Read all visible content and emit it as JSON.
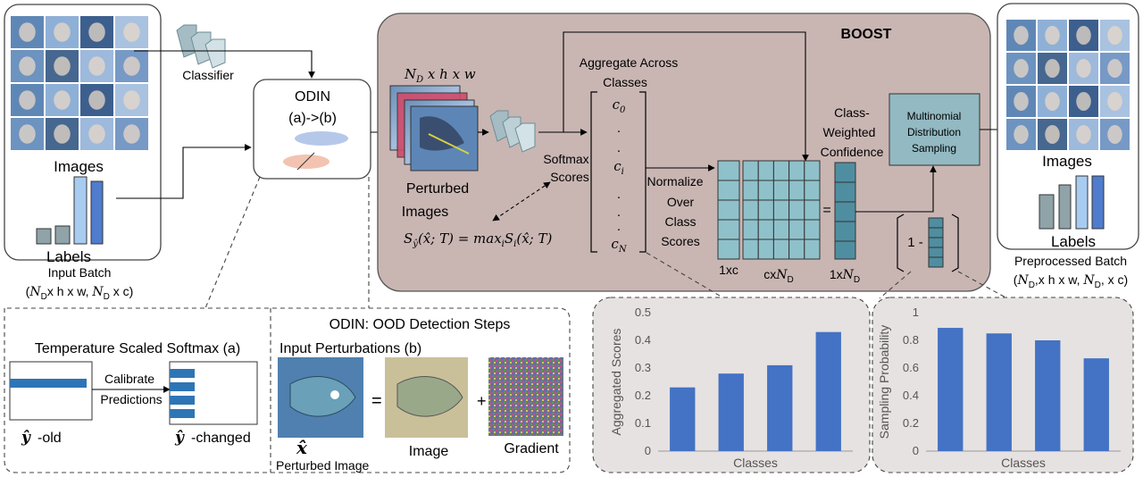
{
  "colors": {
    "boost_bg": "#c9b6b3",
    "matrix_fill": "#8fc1cb",
    "matrix_dark": "#4f8ea0",
    "bar_blue": "#4472c4",
    "bar_gray": "#8fa3a8",
    "bar_light": "#a8ccf0",
    "sampling_box": "#93b9c2",
    "chart_bg": "#e6e2e1"
  },
  "icons": [
    "classifier-network-icon",
    "image-grid-thumbnail",
    "perturbed-image-stack",
    "noise-gradient-image"
  ],
  "input": {
    "images_label": "Images",
    "labels_label": "Labels",
    "batch_title": "Input Batch",
    "batch_dims": "(N_D x h x w, N_D x c)"
  },
  "classifier_label": "Classifier",
  "odin": {
    "title": "ODIN",
    "subtitle": "(a)->(b)"
  },
  "boost": {
    "title": "BOOST",
    "stack_dims": "N_D x h x w",
    "perturbed_label_1": "Perturbed",
    "perturbed_label_2": "Images",
    "softmax_label_1": "Softmax",
    "softmax_label_2": "Scores",
    "aggregate_label_1": "Aggregate Across",
    "aggregate_label_2": "Classes",
    "vector": [
      "c_0",
      ".",
      ".",
      "c_i",
      ".",
      ".",
      ".",
      "c_N"
    ],
    "normalize_label": [
      "Normalize",
      "Over",
      "Class",
      "Scores"
    ],
    "formula": "S_ŷ(x̂;T) = max_i S_i(x̂;T)",
    "dim_1xc": "1xc",
    "dim_cxnd": "cxN_D",
    "dim_1xnd": "1xN_D",
    "equals": "=",
    "one_minus": "1 -",
    "class_weighted": [
      "Class-",
      "Weighted",
      "Confidence"
    ],
    "sampling": [
      "Multinomial",
      "Distribution",
      "Sampling"
    ]
  },
  "output": {
    "images_label": "Images",
    "labels_label": "Labels",
    "batch_title": "Preprocessed Batch",
    "batch_dims": "(N_D,x h x w, N_D, x c)"
  },
  "bottom_left": {
    "heading": "ODIN: OOD Detection Steps",
    "temp_title": "Temperature Scaled Softmax (a)",
    "calibrate": "Calibrate",
    "predictions": "Predictions",
    "old": "-old",
    "changed": "-changed",
    "y_hat": "ŷ",
    "perturb_title": "Input Perturbations (b)",
    "x_hat": "x̂",
    "perturbed_image": "Perturbed Image",
    "image": "Image",
    "gradient": "Gradient",
    "equals": "=",
    "plus": "+"
  },
  "chart_data": [
    {
      "type": "bar",
      "categories": [
        "",
        "",
        "",
        ""
      ],
      "values": [
        0.23,
        0.28,
        0.31,
        0.43
      ],
      "xlabel": "Classes",
      "ylabel": "Aggregated Scores",
      "ylim": [
        0,
        0.5
      ],
      "yticks": [
        "0",
        "0.1",
        "0.2",
        "0.3",
        "0.4",
        "0.5"
      ],
      "grid": false
    },
    {
      "type": "bar",
      "categories": [
        "",
        "",
        "",
        ""
      ],
      "values": [
        0.89,
        0.85,
        0.8,
        0.67
      ],
      "xlabel": "Classes",
      "ylabel": "Sampling Probability",
      "ylim": [
        0,
        1
      ],
      "yticks": [
        "0",
        "0.2",
        "0.4",
        "0.6",
        "0.8",
        "1"
      ],
      "grid": false
    }
  ]
}
